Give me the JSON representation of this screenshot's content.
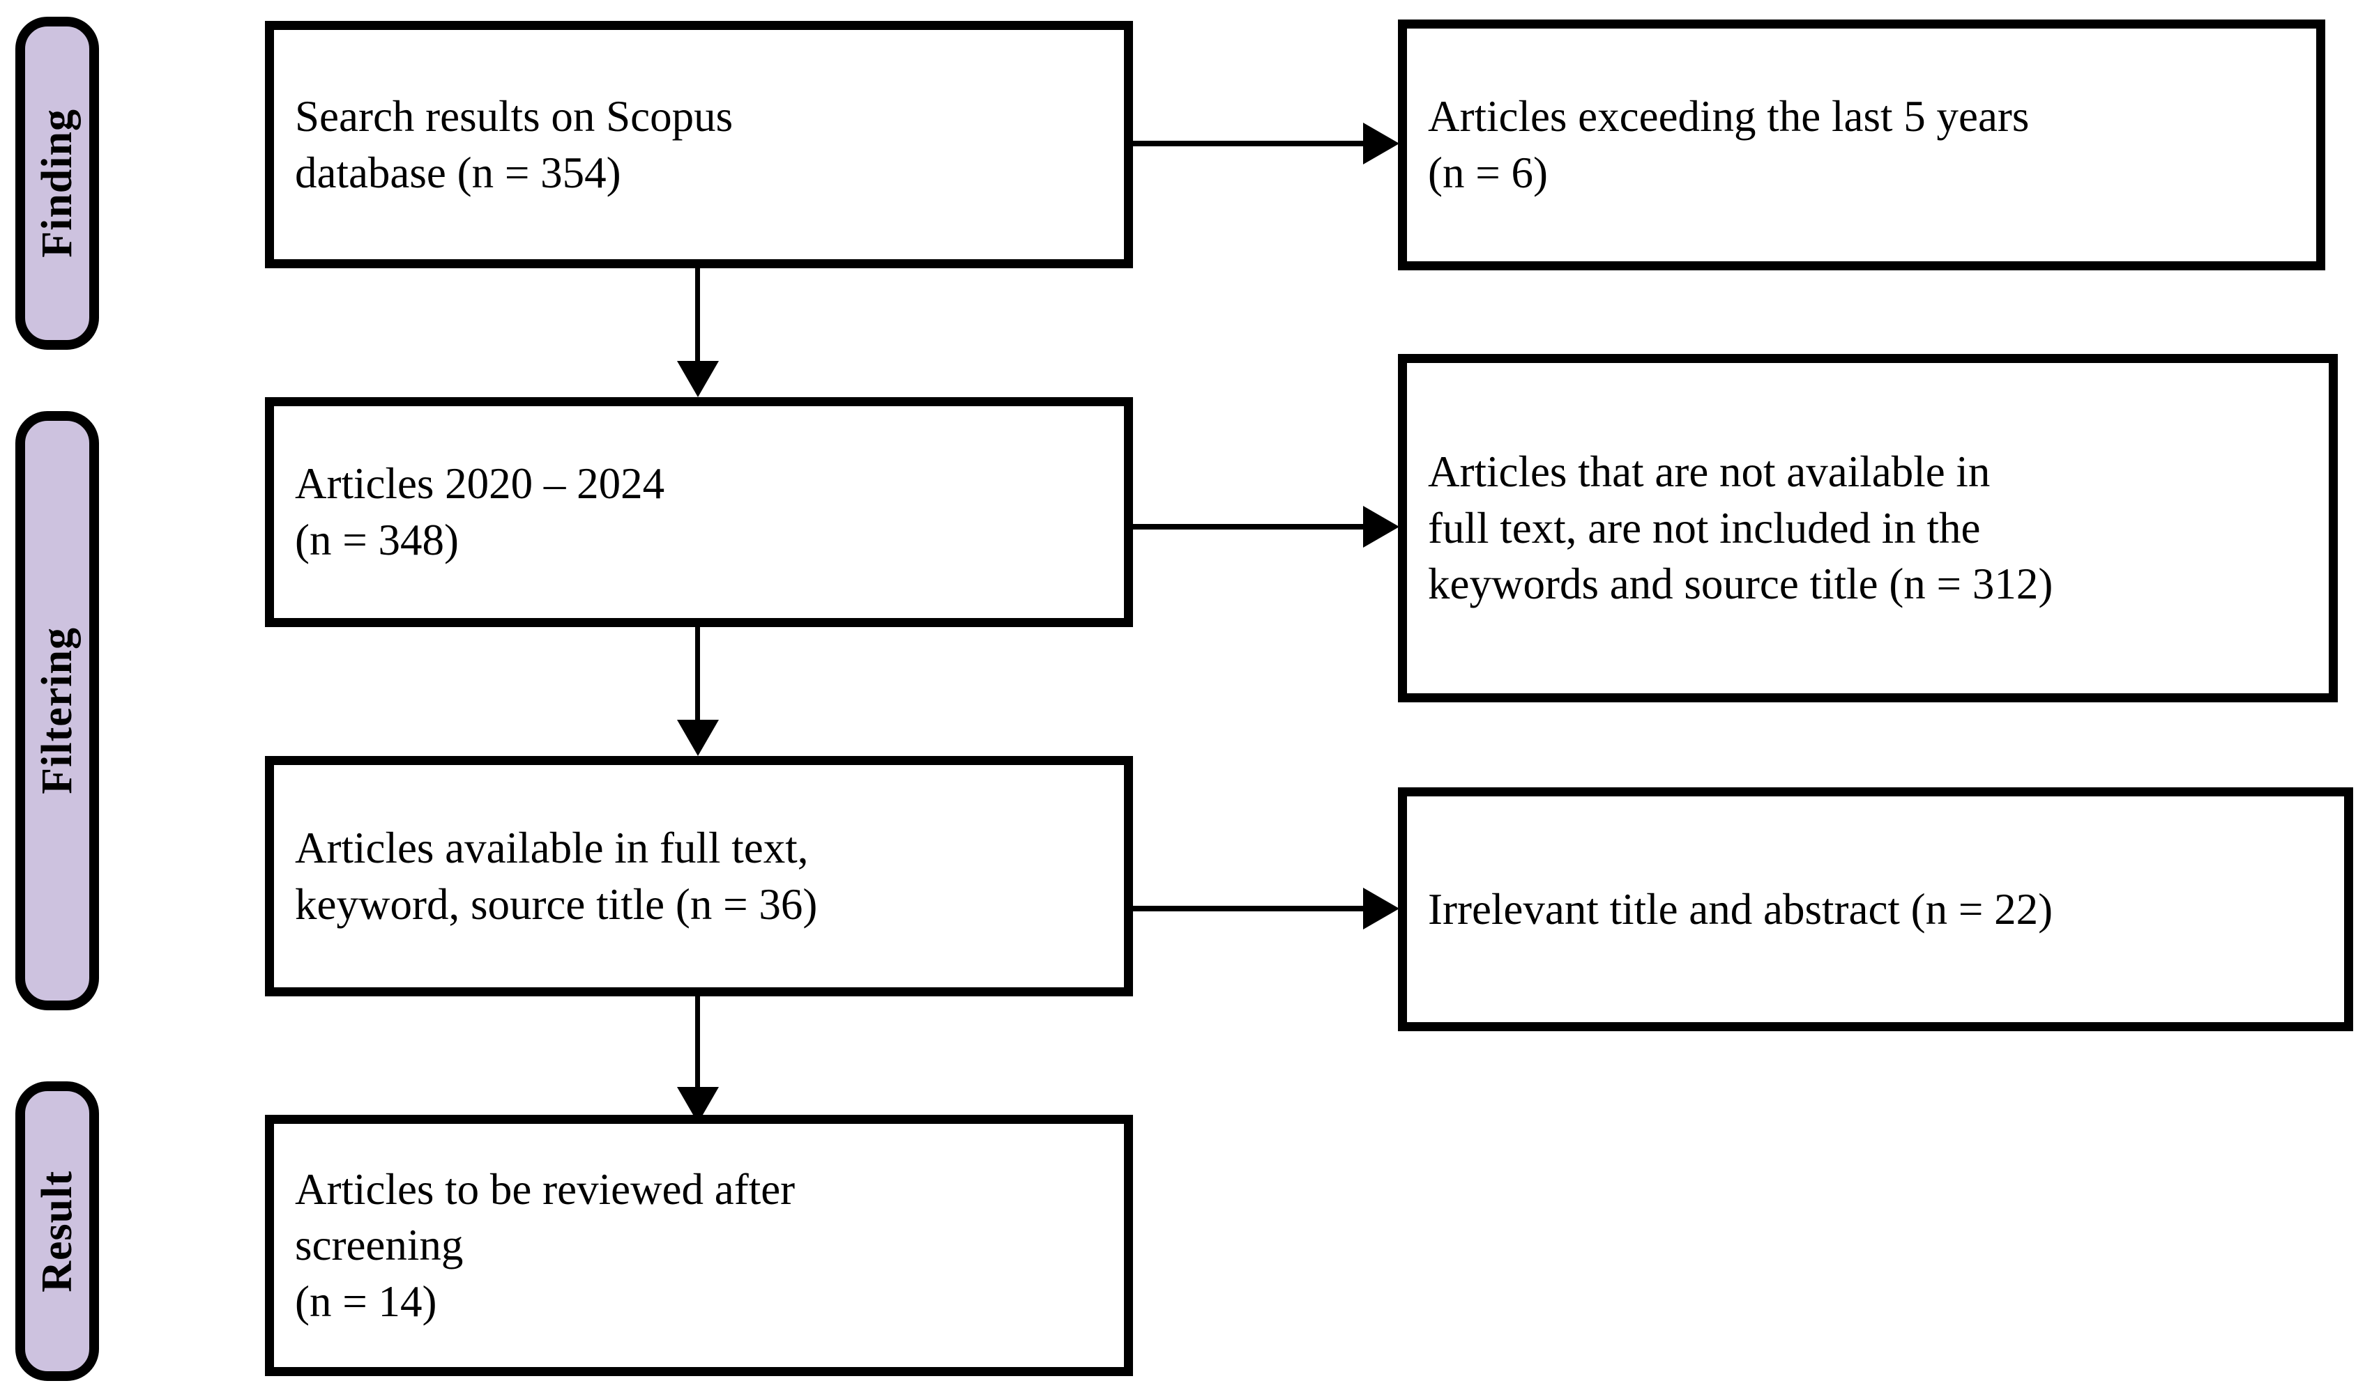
{
  "diagram": {
    "title": "PRISMA article selection flow",
    "colors": {
      "stage_pill_fill": "#CDC2DF",
      "border": "#000000",
      "box_fill": "#FFFFFF"
    },
    "stages": [
      {
        "id": "finding",
        "label": "Finding"
      },
      {
        "id": "filtering",
        "label": "Filtering"
      },
      {
        "id": "result",
        "label": "Result"
      }
    ],
    "main_boxes": [
      {
        "id": "search-results",
        "text": "Search results on Scopus\ndatabase (n = 354)",
        "n": 354
      },
      {
        "id": "articles-years",
        "text": "Articles 2020 – 2024\n(n = 348)",
        "n": 348
      },
      {
        "id": "articles-fulltext",
        "text": "Articles available in full text,\nkeyword, source title (n = 36)",
        "n": 36
      },
      {
        "id": "articles-reviewed",
        "text": "Articles to be reviewed after\nscreening\n(n = 14)",
        "n": 14
      }
    ],
    "exclusion_boxes": [
      {
        "id": "exceeding-years",
        "text": "Articles exceeding the last 5 years\n(n = 6)",
        "n": 6
      },
      {
        "id": "not-available",
        "text": "Articles that are not available in\nfull text, are not included in the\nkeywords and source title (n = 312)",
        "n": 312
      },
      {
        "id": "irrelevant-title",
        "text": "Irrelevant title and abstract (n = 22)",
        "n": 22
      }
    ],
    "connectors": [
      {
        "id": "search-to-exceeding",
        "type": "horizontal-arrow",
        "from": "search-results",
        "to": "exceeding-years"
      },
      {
        "id": "search-to-years",
        "type": "vertical-arrow",
        "from": "search-results",
        "to": "articles-years"
      },
      {
        "id": "years-to-notavailable",
        "type": "horizontal-arrow",
        "from": "articles-years",
        "to": "not-available"
      },
      {
        "id": "years-to-fulltext",
        "type": "vertical-arrow",
        "from": "articles-years",
        "to": "articles-fulltext"
      },
      {
        "id": "fulltext-to-irrelevant",
        "type": "horizontal-arrow",
        "from": "articles-fulltext",
        "to": "irrelevant-title"
      },
      {
        "id": "fulltext-to-reviewed",
        "type": "vertical-arrow",
        "from": "articles-fulltext",
        "to": "articles-reviewed"
      }
    ]
  }
}
